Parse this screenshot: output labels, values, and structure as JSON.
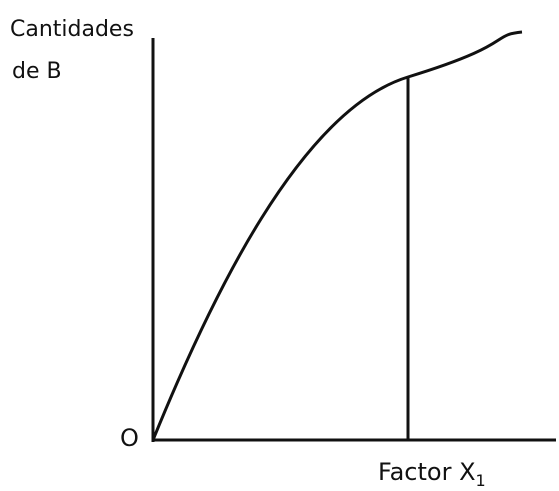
{
  "diagram": {
    "y_axis_label_line1": "Cantidades",
    "y_axis_label_line2": "de B",
    "origin_label": "O",
    "x_axis_label": "Factor X",
    "x_axis_label_subscript": "1"
  },
  "colors": {
    "ink": "#111111",
    "paper": "#ffffff"
  }
}
